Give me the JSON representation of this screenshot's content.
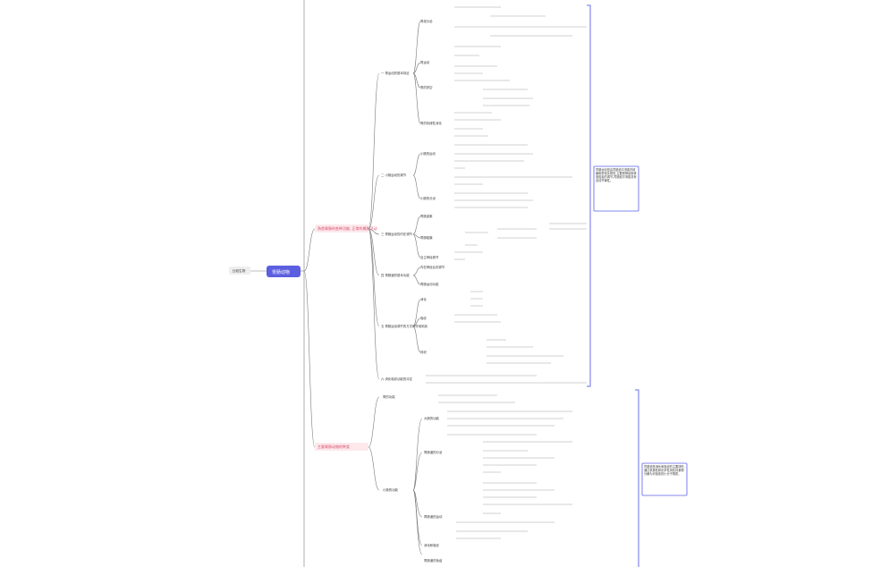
{
  "root": {
    "label": "胃肠动物"
  },
  "prev": {
    "label": "比较生物"
  },
  "sections": [
    {
      "label": "熟悉胃肠的各种功能, 正常的胃肠活动"
    },
    {
      "label": "主要胃肠动物的种类"
    }
  ],
  "branches1": [
    {
      "label": "一 胃运动的基本特征"
    },
    {
      "label": "二 小肠运动的调节"
    },
    {
      "label": "三 胃肠运动的内在调节"
    },
    {
      "label": "四 胃肠道的基本功能"
    },
    {
      "label": "五 胃肠运动调节的方式和作用机制"
    },
    {
      "label": "六 消化吸收功能的评定"
    }
  ],
  "leaves1": [
    {
      "label": "胃液分泌"
    },
    {
      "label": "胃运动"
    },
    {
      "label": "胃的排空"
    },
    {
      "label": "胃的机械性消化"
    },
    {
      "label": "小肠的运动"
    },
    {
      "label": "小肠的分泌"
    },
    {
      "label": "胃肠激素"
    },
    {
      "label": "胃肠黏膜"
    },
    {
      "label": "自主神经调节"
    },
    {
      "label": "内在神经丛的调节"
    },
    {
      "label": "胃肠运动功能"
    },
    {
      "label": "消化"
    },
    {
      "label": "吸收"
    },
    {
      "label": "排泄"
    }
  ],
  "leaves2": [
    {
      "label": "胃的功能"
    },
    {
      "label": "小肠的功能"
    },
    {
      "label": "大肠的功能"
    },
    {
      "label": "胃肠道的分泌"
    },
    {
      "label": "胃肠道的运动"
    },
    {
      "label": "消化和吸收"
    },
    {
      "label": "胃肠道的免疫"
    }
  ],
  "notes": [
    {
      "text": "胃肠运动是由胃肠道平滑肌的收缩和舒张实现的,主要受神经和体液因素的调节,胃肠道平滑肌具有自动节律性。"
    },
    {
      "text": "胃肠道是消化和吸收的主要场所,通过机械性和化学性消化将食物分解为可吸收的小分子物质。"
    }
  ],
  "colors": {
    "root": "#5b5fe0",
    "bracket": "#6a6ff0",
    "accent": "#f0923b",
    "red": "#e5484d",
    "section": "#fde9ec"
  }
}
